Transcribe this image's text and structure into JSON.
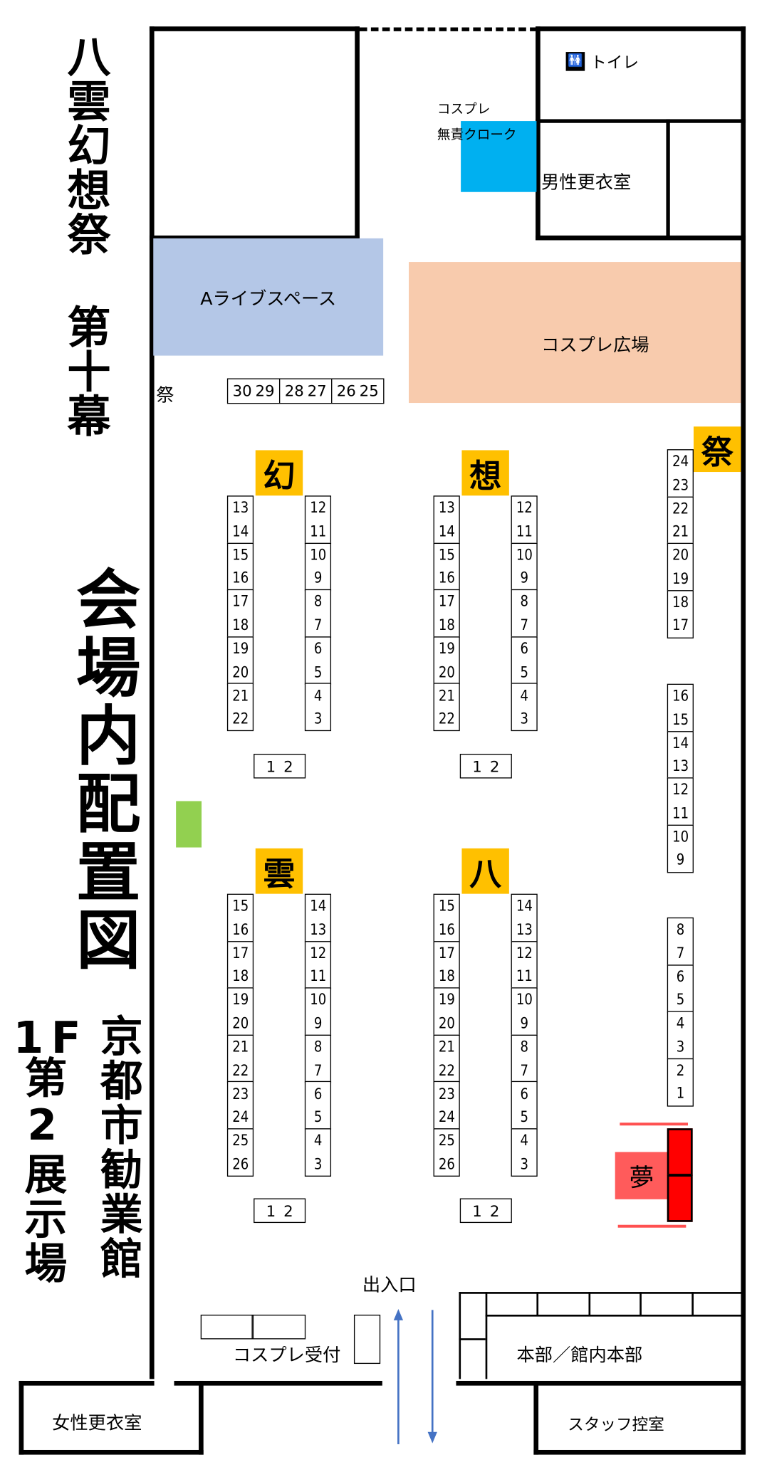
{
  "title": {
    "event": "八雲幻想祭",
    "act": "第十幕",
    "main": "会場内配置図"
  },
  "venue": {
    "floor": "1F",
    "hall": "京都市勧業館",
    "room": "第2展示場"
  },
  "rooms": {
    "toilet": "トイレ",
    "cloak_line1": "コスプレ",
    "cloak_line2": "無責クローク",
    "male_changing": "男性更衣室",
    "live_space": "Aライブスペース",
    "cosplay_plaza": "コスプレ広場",
    "female_changing": "女性更衣室",
    "staff_room": "スタッフ控室",
    "headquarters": "本部／館内本部",
    "entrance": "出入口",
    "cosplay_reception": "コスプレ受付",
    "yume": "夢"
  },
  "top_row": {
    "label": "祭",
    "cells": [
      [
        "30",
        "29"
      ],
      [
        "28",
        "27"
      ],
      [
        "26",
        "25"
      ]
    ]
  },
  "booth_groups": [
    {
      "label": "幻",
      "left": [
        [
          "13",
          "14"
        ],
        [
          "15",
          "16"
        ],
        [
          "17",
          "18"
        ],
        [
          "19",
          "20"
        ],
        [
          "21",
          "22"
        ]
      ],
      "right": [
        [
          "12",
          "11"
        ],
        [
          "10",
          "9"
        ],
        [
          "8",
          "7"
        ],
        [
          "6",
          "5"
        ],
        [
          "4",
          "3"
        ]
      ],
      "end": [
        "1",
        "2"
      ]
    },
    {
      "label": "想",
      "left": [
        [
          "13",
          "14"
        ],
        [
          "15",
          "16"
        ],
        [
          "17",
          "18"
        ],
        [
          "19",
          "20"
        ],
        [
          "21",
          "22"
        ]
      ],
      "right": [
        [
          "12",
          "11"
        ],
        [
          "10",
          "9"
        ],
        [
          "8",
          "7"
        ],
        [
          "6",
          "5"
        ],
        [
          "4",
          "3"
        ]
      ],
      "end": [
        "1",
        "2"
      ]
    },
    {
      "label": "雲",
      "left": [
        [
          "15",
          "16"
        ],
        [
          "17",
          "18"
        ],
        [
          "19",
          "20"
        ],
        [
          "21",
          "22"
        ],
        [
          "23",
          "24"
        ],
        [
          "25",
          "26"
        ]
      ],
      "right": [
        [
          "14",
          "13"
        ],
        [
          "12",
          "11"
        ],
        [
          "10",
          "9"
        ],
        [
          "8",
          "7"
        ],
        [
          "6",
          "5"
        ],
        [
          "4",
          "3"
        ]
      ],
      "end": [
        "1",
        "2"
      ]
    },
    {
      "label": "八",
      "left": [
        [
          "15",
          "16"
        ],
        [
          "17",
          "18"
        ],
        [
          "19",
          "20"
        ],
        [
          "21",
          "22"
        ],
        [
          "23",
          "24"
        ],
        [
          "25",
          "26"
        ]
      ],
      "right": [
        [
          "14",
          "13"
        ],
        [
          "12",
          "11"
        ],
        [
          "10",
          "9"
        ],
        [
          "8",
          "7"
        ],
        [
          "6",
          "5"
        ],
        [
          "4",
          "3"
        ]
      ],
      "end": [
        "1",
        "2"
      ]
    }
  ],
  "right_column": {
    "label": "祭",
    "blocks": [
      [
        [
          "24",
          "23"
        ],
        [
          "22",
          "21"
        ],
        [
          "20",
          "19"
        ],
        [
          "18",
          "17"
        ]
      ],
      [
        [
          "16",
          "15"
        ],
        [
          "14",
          "13"
        ],
        [
          "12",
          "11"
        ],
        [
          "10",
          "9"
        ]
      ],
      [
        [
          "8",
          "7"
        ],
        [
          "6",
          "5"
        ],
        [
          "4",
          "3"
        ],
        [
          "2",
          "1"
        ]
      ]
    ]
  },
  "colors": {
    "tag": "#ffc000",
    "cloak": "#00b0f0",
    "live": "#b4c7e7",
    "plaza": "#f8cbad",
    "green": "#92d050",
    "yume": "#ff0000",
    "yume_label": "#ff5b5b",
    "arrow": "#4472c4"
  }
}
